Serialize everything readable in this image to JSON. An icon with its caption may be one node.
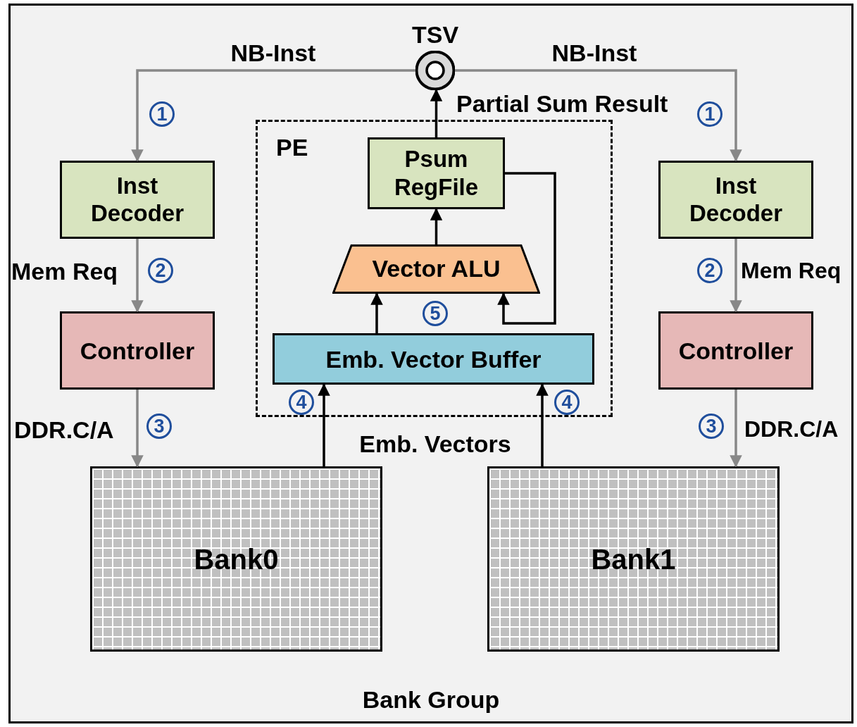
{
  "diagram": {
    "nodes": [
      {
        "text": [
          "Bank Group"
        ]
      },
      {
        "text": [
          "TSV"
        ],
        "in": 0
      },
      {
        "text": [
          "Inst Decoder"
        ],
        "in": 0
      },
      {
        "text": [
          "Controller"
        ],
        "in": 0
      },
      {
        "text": [
          "Bank0"
        ],
        "in": 0
      },
      {
        "text": [
          "PE"
        ],
        "in": 0
      },
      {
        "text": [
          "Psum RegFile"
        ],
        "in": 5
      },
      {
        "text": [
          "Vector ALU"
        ],
        "in": 5
      },
      {
        "text": [
          "Emb. Vector Buffer"
        ],
        "in": 5
      },
      {
        "text": [
          "Inst Decoder"
        ],
        "in": 0
      },
      {
        "text": [
          "Controller"
        ],
        "in": 0
      },
      {
        "text": [
          "Bank1"
        ],
        "in": 0
      }
    ],
    "edges": [
      {
        "from": 1,
        "to": 2,
        "arrow": "to",
        "label": "NB-Inst",
        "color": "#888888"
      },
      {
        "from": 1,
        "to": 9,
        "arrow": "to",
        "label": "NB-Inst",
        "color": "#888888"
      },
      {
        "from": 2,
        "to": 3,
        "arrow": "to",
        "label": "Mem Req",
        "color": "#888888"
      },
      {
        "from": 3,
        "to": 4,
        "arrow": "to",
        "label": "DDR.C/A",
        "color": "#888888"
      },
      {
        "from": 9,
        "to": 10,
        "arrow": "to",
        "label": "Mem Req",
        "color": "#888888"
      },
      {
        "from": 10,
        "to": 11,
        "arrow": "to",
        "label": "DDR.C/A",
        "color": "#888888"
      },
      {
        "from": 6,
        "to": 1,
        "arrow": "to",
        "label": "Partial Sum Result",
        "color": "#000000"
      },
      {
        "from": 7,
        "to": 6,
        "arrow": "to",
        "color": "#000000"
      },
      {
        "from": 8,
        "to": 7,
        "arrow": "to",
        "color": "#000000"
      },
      {
        "from": 6,
        "to": 7,
        "arrow": "to",
        "color": "#000000"
      },
      {
        "from": 4,
        "to": 8,
        "arrow": "to",
        "color": "#000000"
      },
      {
        "from": 11,
        "to": 8,
        "arrow": "to",
        "color": "#000000"
      }
    ],
    "labels": [
      "1",
      "1",
      "2",
      "2",
      "3",
      "3",
      "4",
      "4",
      "5",
      "Emb. Vectors"
    ]
  }
}
